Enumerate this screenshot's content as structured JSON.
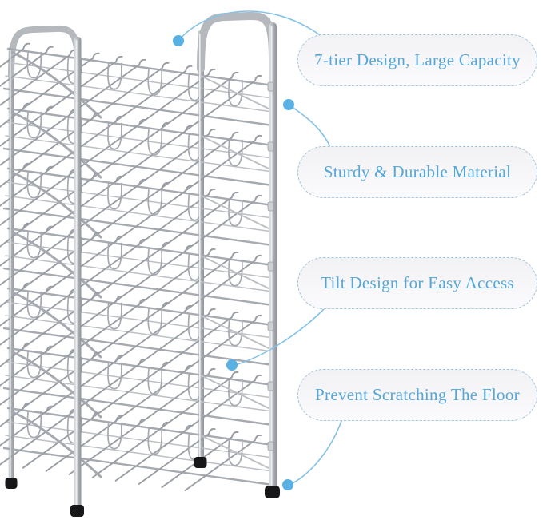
{
  "image_title": "7-tier can rack feature highlights",
  "product": {
    "type": "wire can rack organizer",
    "tiers": 7,
    "colors": {
      "frame": "#b5b8bc",
      "frame_hi": "#eceef0",
      "frame_lo": "#8f9399",
      "wire": "#a6aab0",
      "wire_light": "#bcbfc4",
      "wire_dark": "#999da4",
      "foot": "#17171a",
      "clip": "#cfd2d5"
    }
  },
  "callouts": [
    {
      "id": 1,
      "label": "7-tier Design, Large Capacity"
    },
    {
      "id": 2,
      "label": "Sturdy & Durable Material"
    },
    {
      "id": 3,
      "label": "Tilt Design for Easy Access"
    },
    {
      "id": 4,
      "label": "Prevent Scratching The Floor"
    }
  ],
  "style": {
    "background": "#ffffff",
    "bubble_fill_top": "#f2f1f4",
    "bubble_fill_bottom": "#fbfafc",
    "bubble_border": "#a3c3da",
    "text_color": "#55a7d7",
    "leader_color": "#85c2e8",
    "dot_color": "#58b0e3"
  }
}
